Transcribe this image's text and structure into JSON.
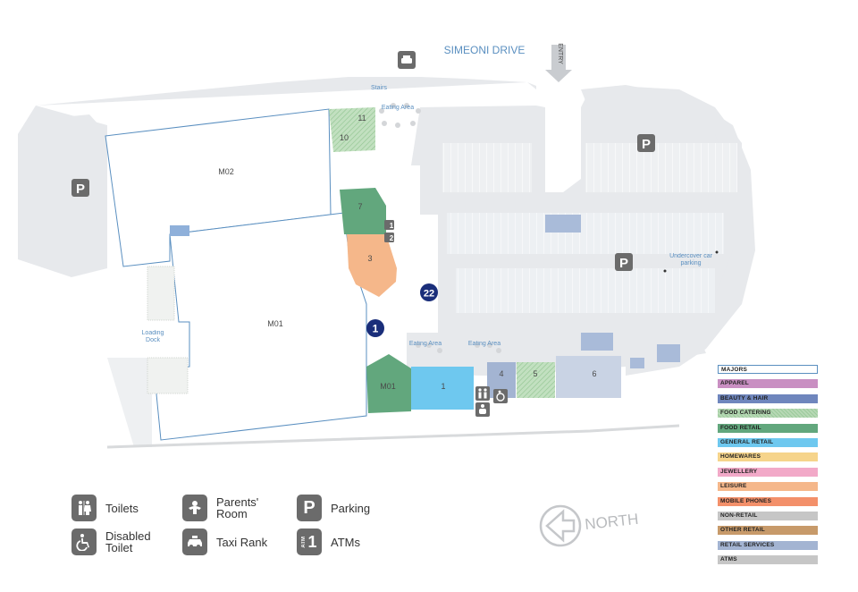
{
  "street": "SIMEONI DRIVE",
  "entry_label": "ENTRY",
  "north_label": "NORTH",
  "map_labels": {
    "stairs": "Stairs",
    "eating_area": "Eating Area",
    "loading_dock": "Loading Dock",
    "undercover_parking": "Undercover car parking",
    "parking_symbol": "P"
  },
  "stores": [
    {
      "id": "m02",
      "label": "M02",
      "category": "MAJORS"
    },
    {
      "id": "m01-major",
      "label": "M01",
      "category": "MAJORS"
    },
    {
      "id": "m01-food",
      "label": "M01",
      "category": "FOOD RETAIL"
    },
    {
      "id": "1",
      "label": "1",
      "category": "GENERAL RETAIL"
    },
    {
      "id": "3",
      "label": "3",
      "category": "LEISURE"
    },
    {
      "id": "4",
      "label": "4",
      "category": "RETAIL SERVICES"
    },
    {
      "id": "5",
      "label": "5",
      "category": "FOOD CATERING"
    },
    {
      "id": "6",
      "label": "6",
      "category": "RETAIL SERVICES"
    },
    {
      "id": "7",
      "label": "7",
      "category": "FOOD RETAIL"
    },
    {
      "id": "10",
      "label": "10",
      "category": "FOOD CATERING"
    },
    {
      "id": "11",
      "label": "11",
      "category": "FOOD CATERING"
    }
  ],
  "entrances": [
    "1",
    "22"
  ],
  "atm_labels": [
    "1",
    "2"
  ],
  "categories": [
    {
      "name": "MAJORS",
      "color": "#ffffff",
      "border": "#5a8fc0"
    },
    {
      "name": "APPAREL",
      "color": "#c98fc2"
    },
    {
      "name": "BEAUTY & HAIR",
      "color": "#6f86bd"
    },
    {
      "name": "FOOD CATERING",
      "color": "#b7d8b5",
      "pattern": true
    },
    {
      "name": "FOOD RETAIL",
      "color": "#62a77d"
    },
    {
      "name": "GENERAL RETAIL",
      "color": "#6ec8ef"
    },
    {
      "name": "HOMEWARES",
      "color": "#f6d48b"
    },
    {
      "name": "JEWELLERY",
      "color": "#f2a9c8"
    },
    {
      "name": "LEISURE",
      "color": "#f5b78a"
    },
    {
      "name": "MOBILE PHONES",
      "color": "#f3906a"
    },
    {
      "name": "NON-RETAIL",
      "color": "#c6c6c6"
    },
    {
      "name": "OTHER RETAIL",
      "color": "#c79a6a"
    },
    {
      "name": "RETAIL SERVICES",
      "color": "#a3b4d2"
    },
    {
      "name": "ATMS",
      "color": "#c6c6c6"
    }
  ],
  "amenities": {
    "toilets": {
      "label": "Toilets",
      "icon": "toilets-icon"
    },
    "disabled_toilet": {
      "label": "Disabled Toilet",
      "icon": "wheelchair-icon"
    },
    "parents_room": {
      "label": "Parents' Room",
      "icon": "baby-icon"
    },
    "taxi_rank": {
      "label": "Taxi Rank",
      "icon": "taxi-icon"
    },
    "parking": {
      "label": "Parking",
      "icon": "parking-icon",
      "symbol": "P"
    },
    "atms": {
      "label": "ATMs",
      "icon": "atm-icon",
      "symbol": "1"
    }
  }
}
